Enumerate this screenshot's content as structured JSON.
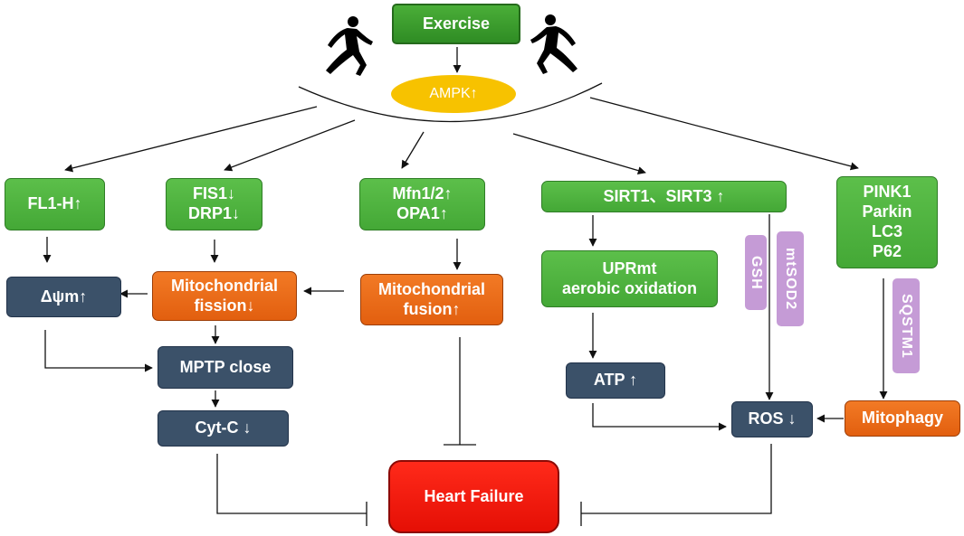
{
  "nodes": {
    "exercise": "Exercise",
    "ampk": "AMPK↑",
    "fl1h": "FL1-H↑",
    "fis1_drp1": "FIS1↓\nDRP1↓",
    "mfn_opa": "Mfn1/2↑\nOPA1↑",
    "sirt": "SIRT1、SIRT3 ↑",
    "pink": "PINK1\nParkin\nLC3\nP62",
    "dpsi": "Δψm↑",
    "mito_fission": "Mitochondrial\nfission↓",
    "mito_fusion": "Mitochondrial\nfusion↑",
    "uprmt": "UPRmt\naerobic oxidation",
    "gsh": "GSH",
    "mtsod2": "mtSOD2",
    "sqstm1": "SQSTM1",
    "mptp": "MPTP close",
    "atp": "ATP ↑",
    "cytc": "Cyt-C ↓",
    "ros": "ROS ↓",
    "mitophagy": "Mitophagy",
    "heart_failure": "Heart Failure"
  },
  "colors": {
    "green": "#4cb33c",
    "orange": "#ea6a18",
    "navy": "#3b5169",
    "purple": "#c59bd6",
    "yellow": "#f7c200",
    "red": "#f2170d"
  },
  "icons": [
    "runner-silhouette-left-icon",
    "runner-silhouette-right-icon"
  ]
}
